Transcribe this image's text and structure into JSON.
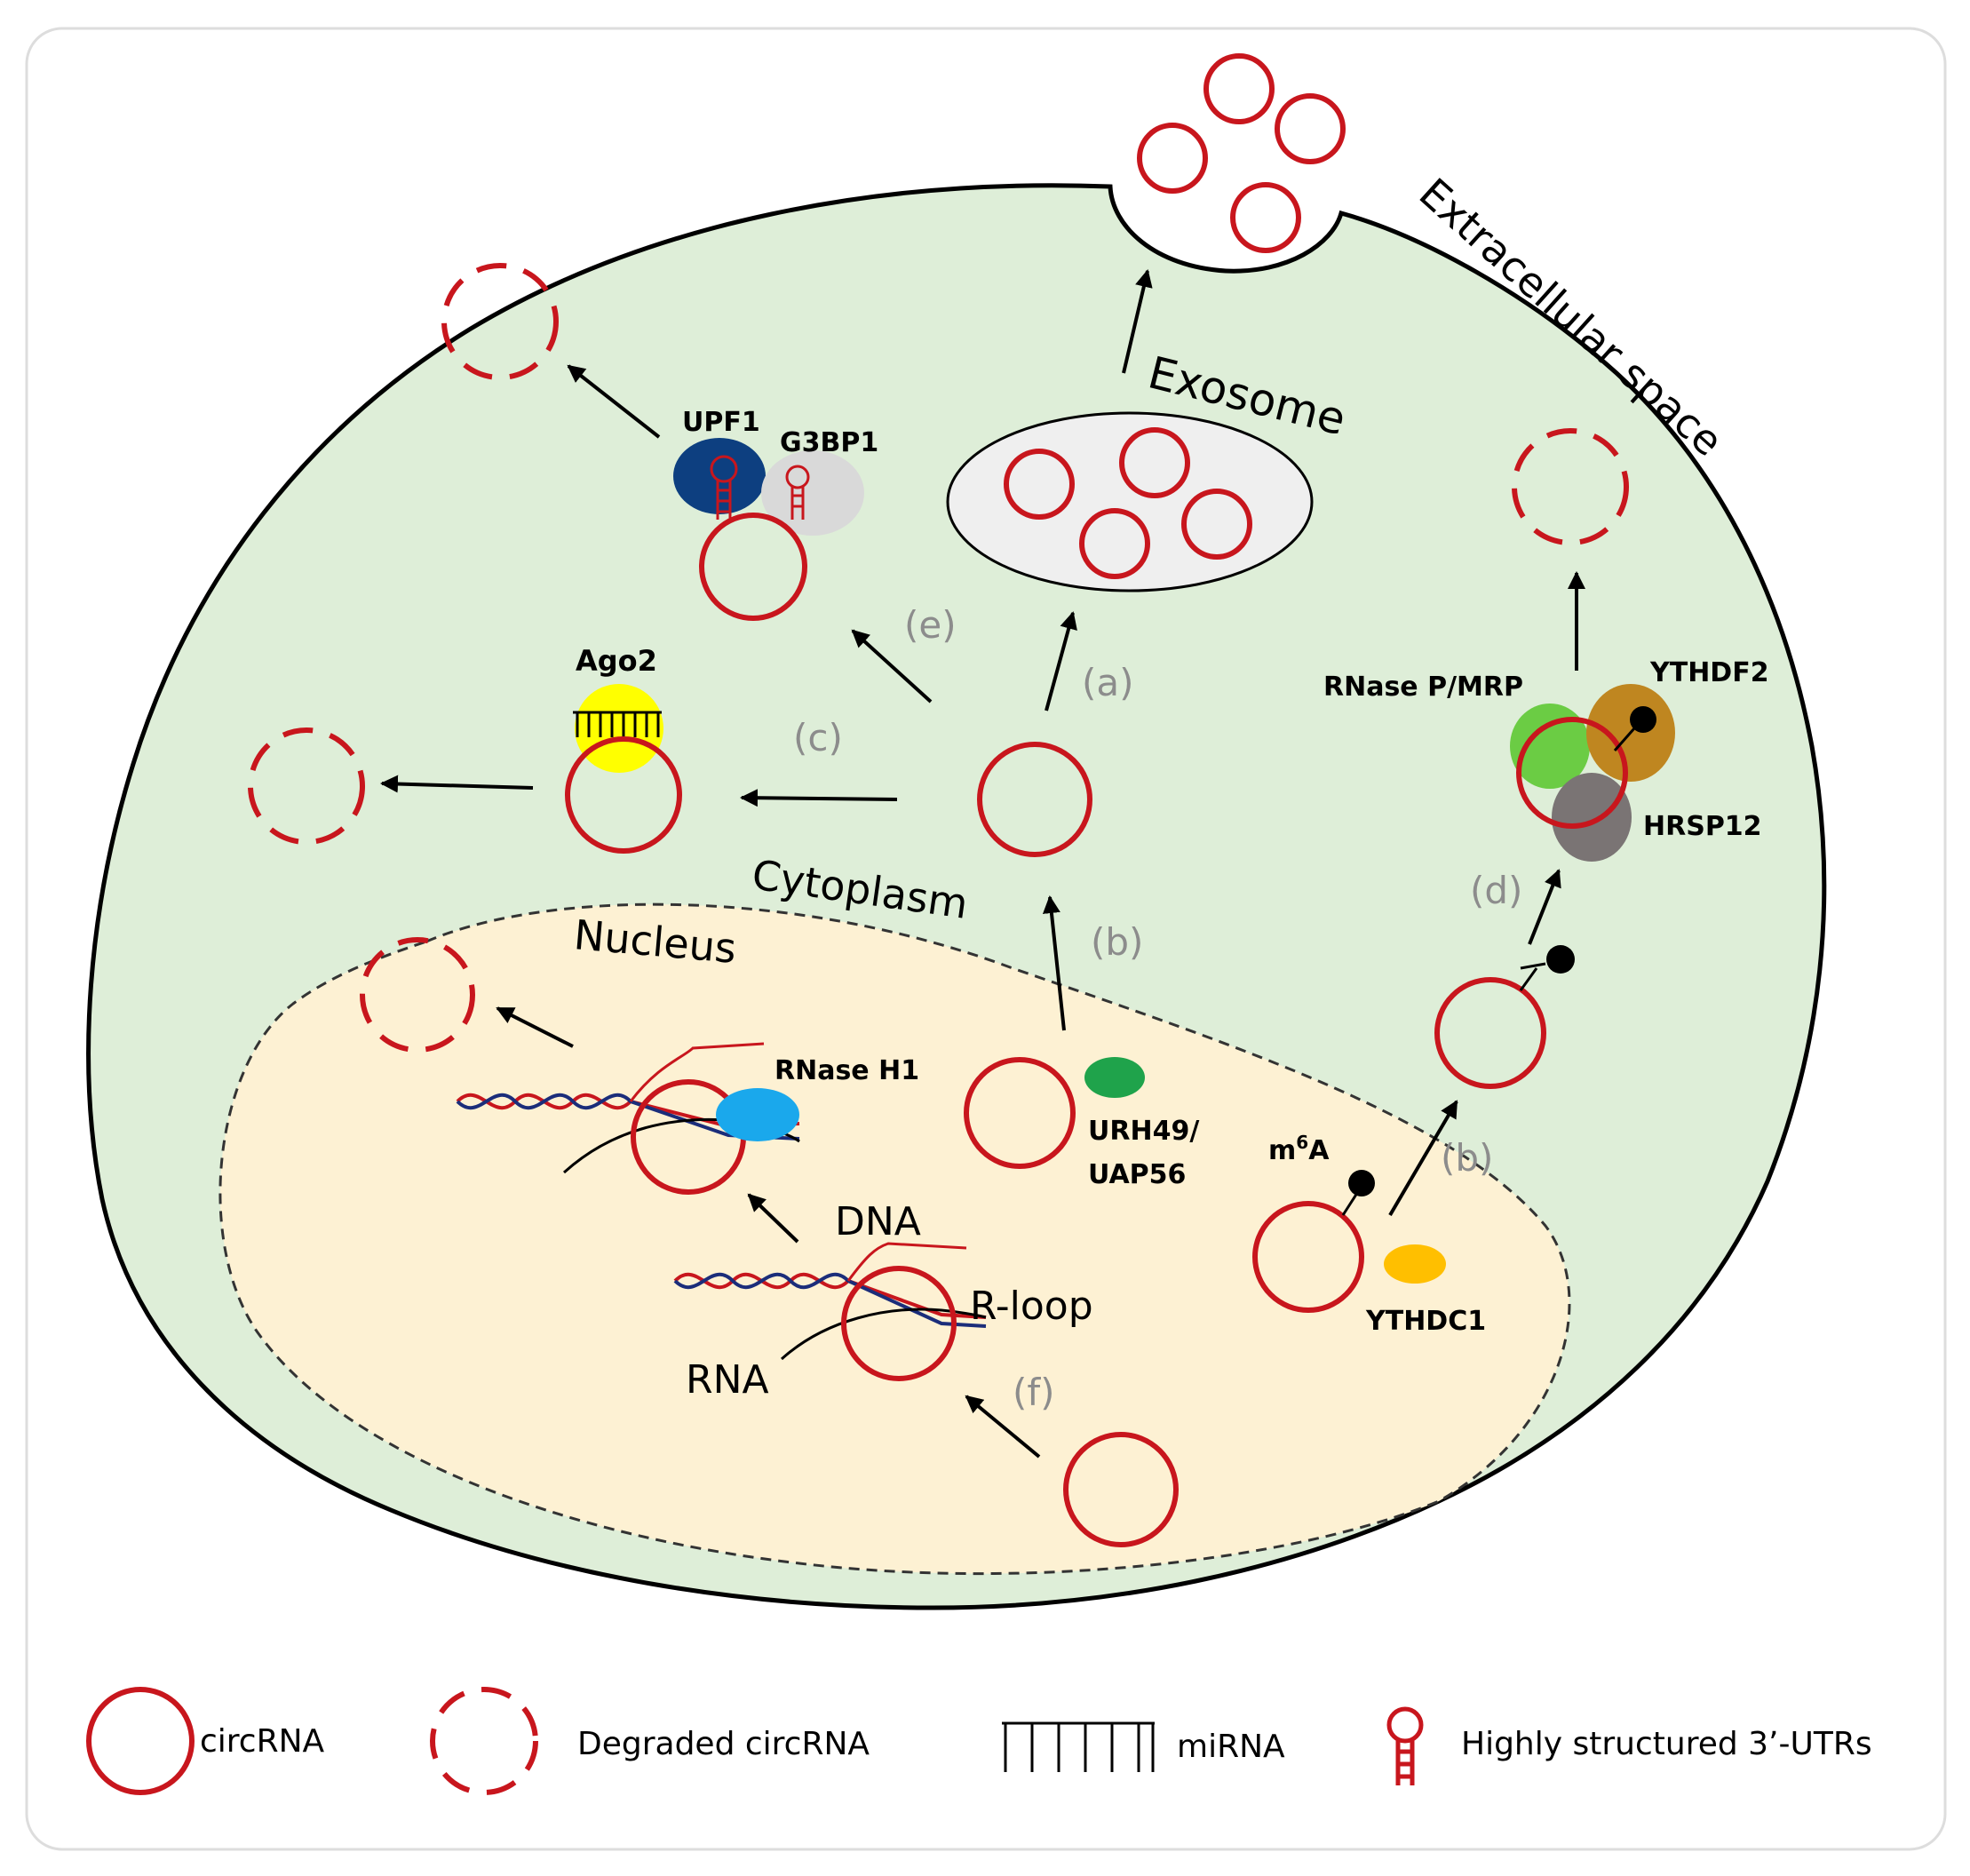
{
  "labels": {
    "extracellular": "Extracellular space",
    "exosome": "Exosome",
    "cytoplasm": "Cytoplasm",
    "nucleus": "Nucleus",
    "dna": "DNA",
    "rna": "RNA",
    "rloop": "R-loop"
  },
  "proteins": {
    "upf1": "UPF1",
    "g3bp1": "G3BP1",
    "ago2": "Ago2",
    "rnase_pmrp": "RNase P/MRP",
    "ythdf2": "YTHDF2",
    "hrsp12": "HRSP12",
    "rnase_h1": "RNase H1",
    "urh49_line1": "URH49/",
    "urh49_line2": "UAP56",
    "ythdc1": "YTHDC1",
    "m6a_base": "m",
    "m6a_sup": "6",
    "m6a_tail": "A"
  },
  "steps": {
    "a": "(a)",
    "b": "(b)",
    "c": "(c)",
    "d": "(d)",
    "e": "(e)",
    "f": "(f)"
  },
  "legend": {
    "circrna": "circRNA",
    "degraded": "Degraded circRNA",
    "mirna": "miRNA",
    "utr": "Highly structured 3’-UTRs"
  },
  "colors": {
    "circ_red": "#c8161d",
    "cell_green": "#deeed8",
    "nucleus_tan": "#fdf1d3",
    "upf1": "#0d3f80",
    "g3bp1": "#d9d9d9",
    "ago2": "#ffff00",
    "rnase_pmrp": "#6bcc44",
    "ythdf2": "#bf8620",
    "hrsp12": "#7a7474",
    "rnase_h1": "#1aa8ec",
    "urh49": "#1fa34b",
    "ythdc1": "#ffbf00",
    "grey_label": "#8c8c8c"
  }
}
